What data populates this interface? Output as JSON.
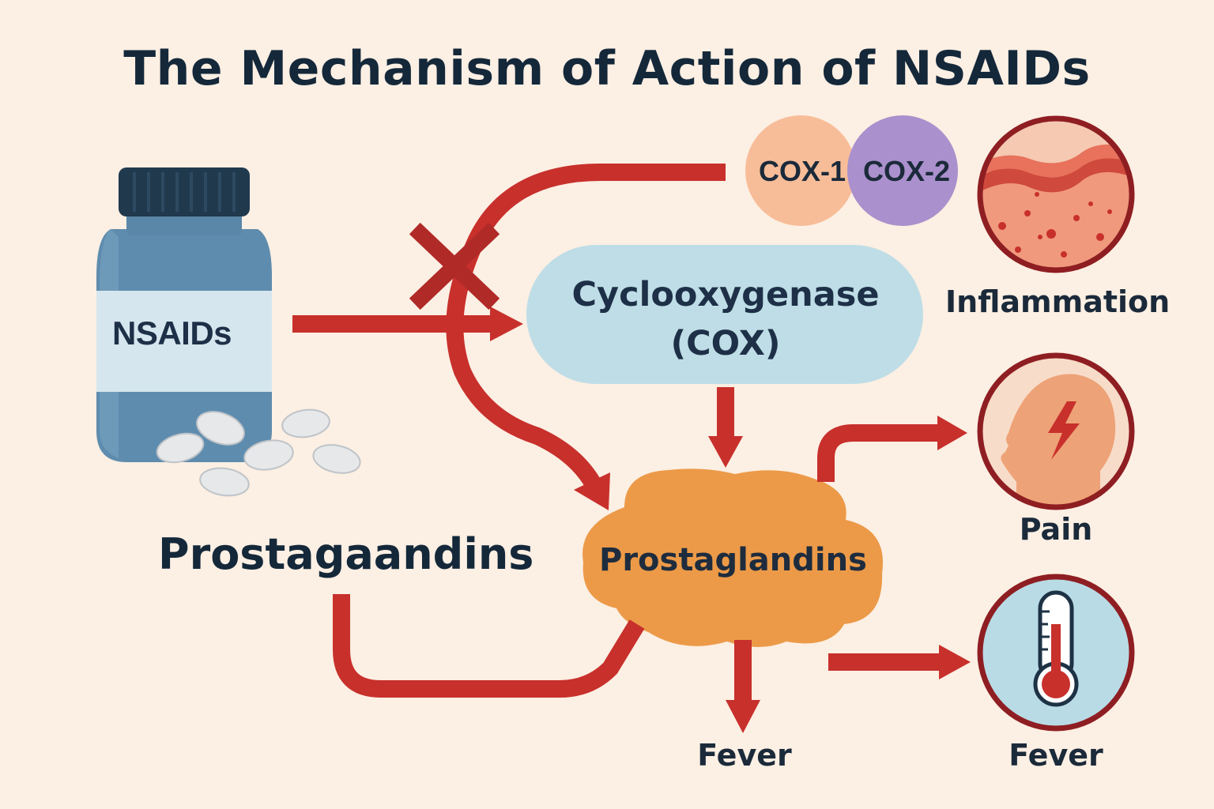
{
  "title": "The Mechanism of Action of NSAIDs",
  "jar": {
    "label": "NSAIDs",
    "icon": "pill-bottle-icon"
  },
  "enzyme": {
    "line1": "Cyclooxygenase",
    "line2": "(COX)"
  },
  "isoforms": {
    "cox1": "COX-1",
    "cox2": "COX-2"
  },
  "product": {
    "blob_label": "Prostaglandins",
    "left_label": "Prostagaandins"
  },
  "effects": {
    "inflammation": "Inflammation",
    "pain": "Pain",
    "fever_right": "Fever",
    "fever_center": "Fever"
  },
  "colors": {
    "background": "#fcefe3",
    "arrow": "#c8302c",
    "enzyme_box": "#bfdde6",
    "blob": "#ec9a48",
    "cox1": "#f7bd98",
    "cox2": "#aa90cc",
    "circle_border": "#8e1e22"
  }
}
